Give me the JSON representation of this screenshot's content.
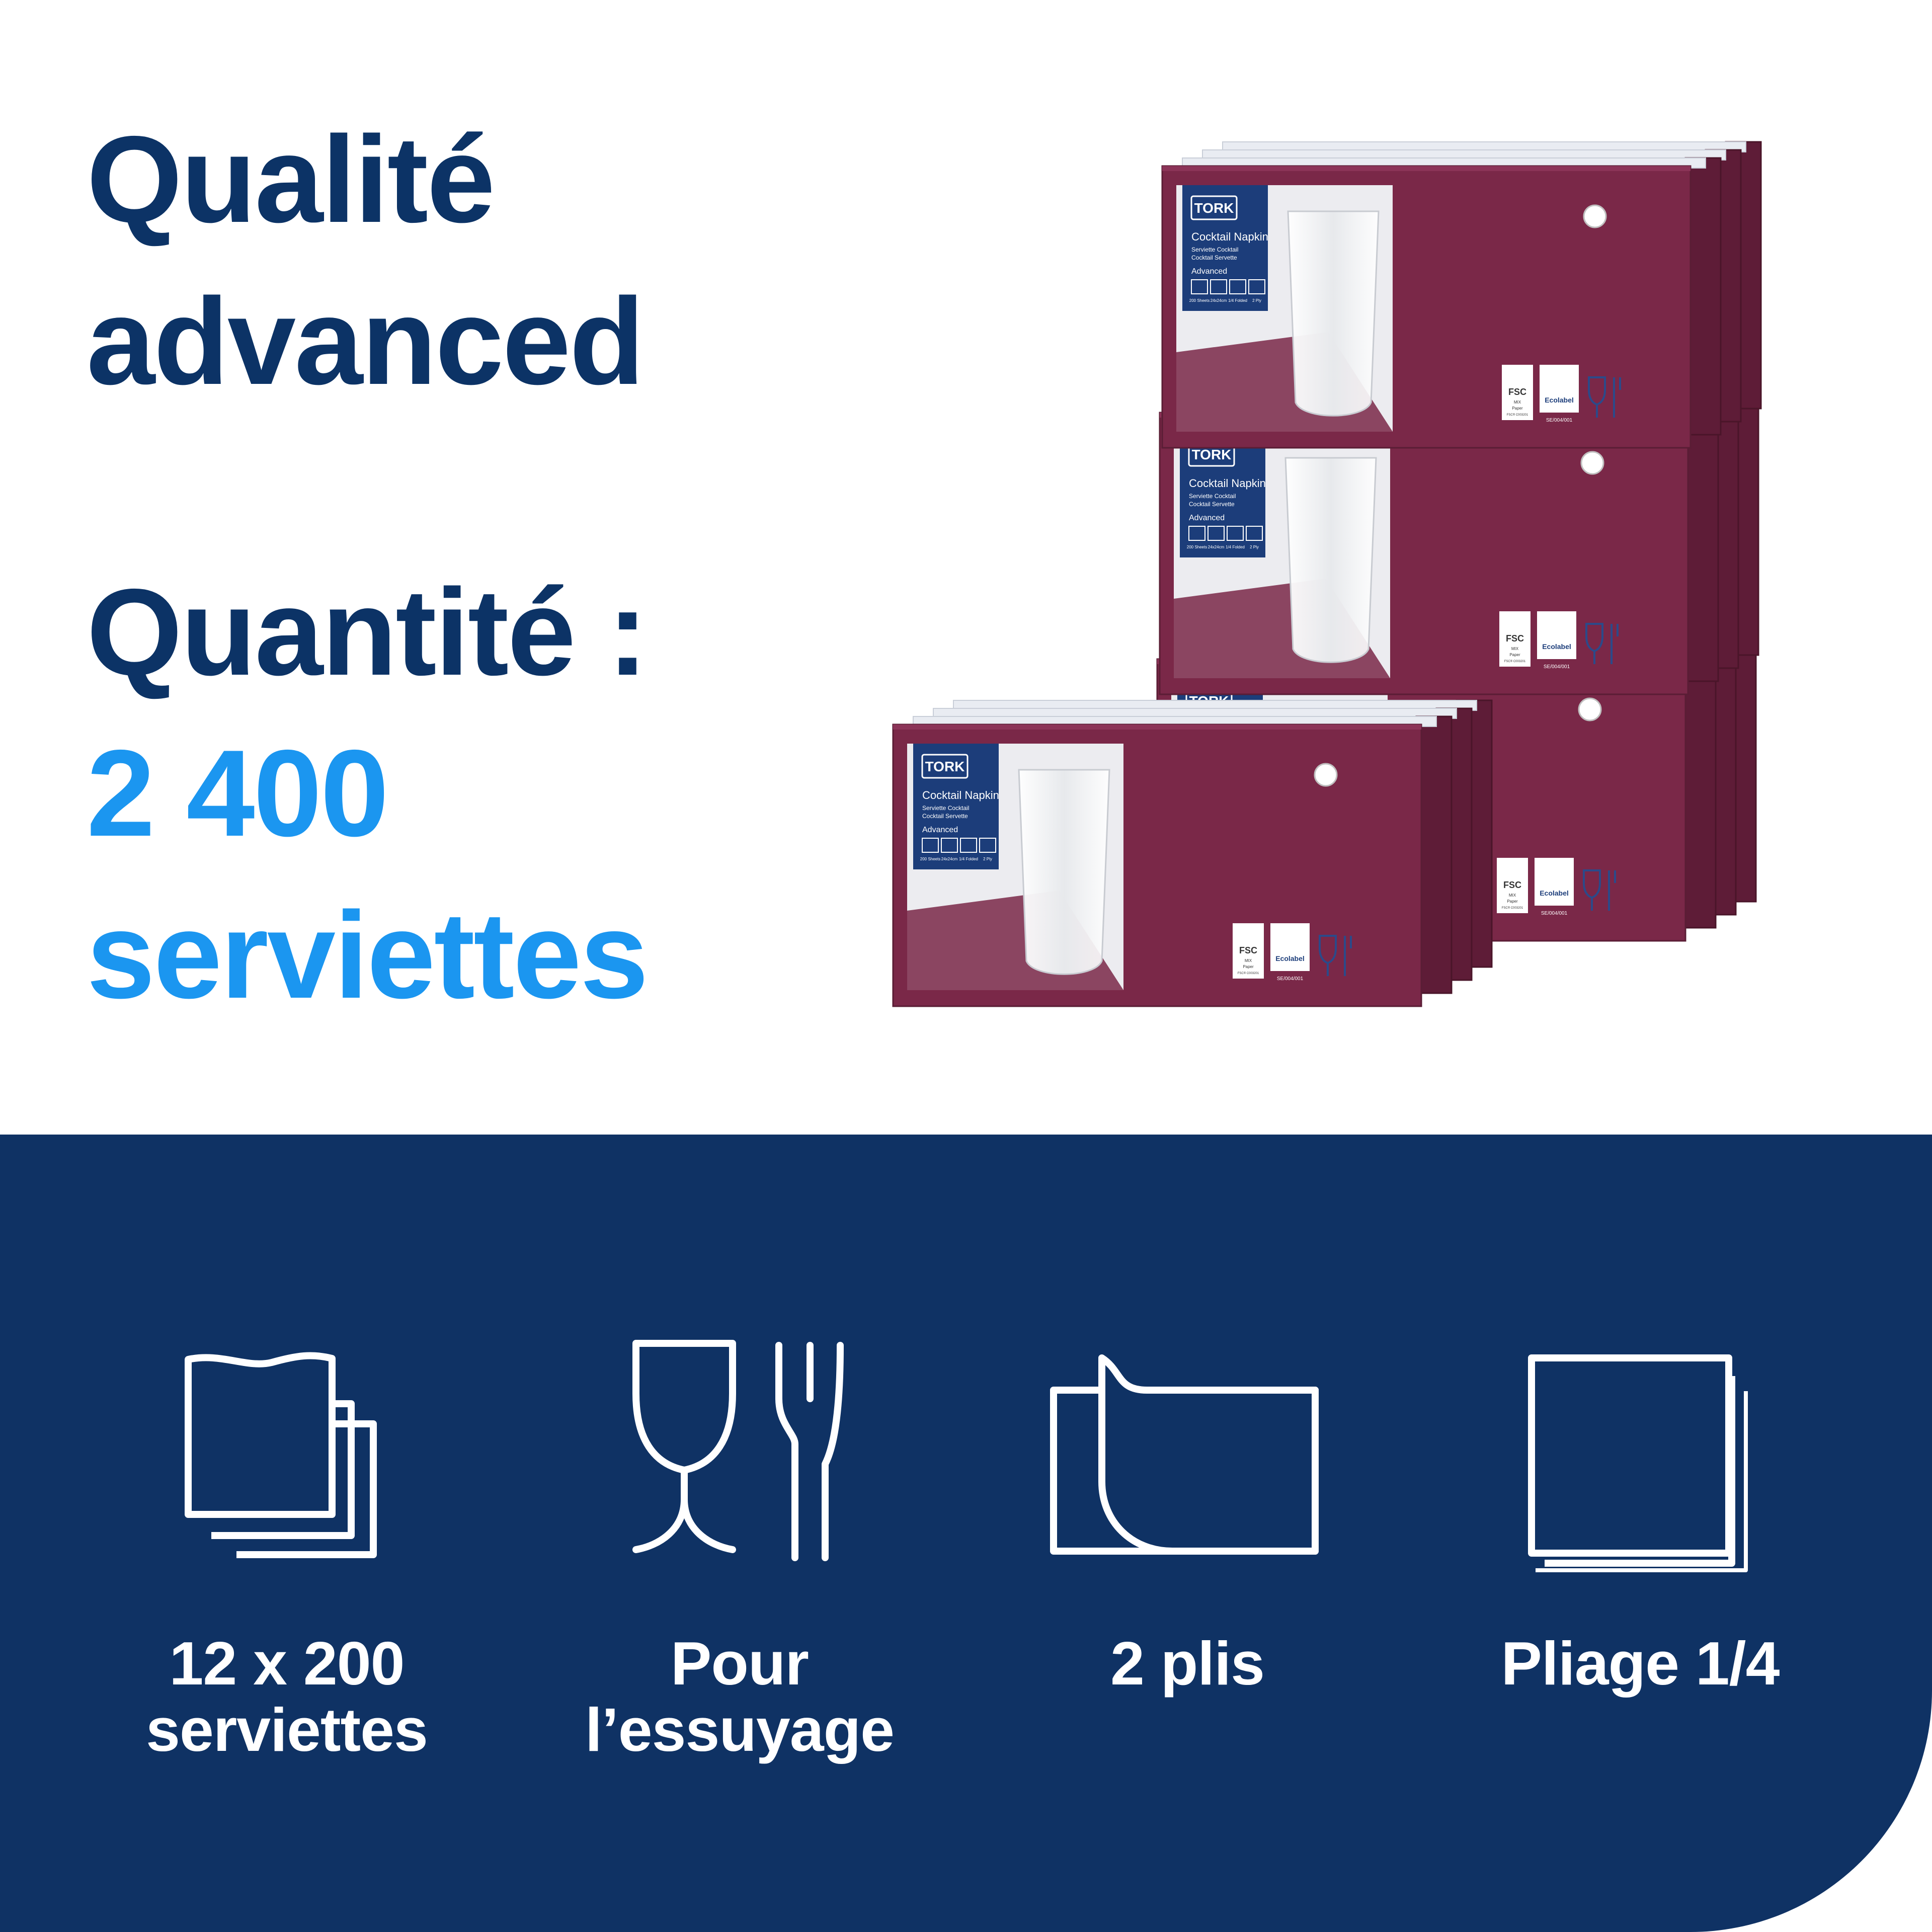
{
  "headline": {
    "quality_line1": "Qualité",
    "quality_line2": "advanced",
    "quantity_label": "Quantité :",
    "quantity_value": "2 400",
    "quantity_unit": "serviettes"
  },
  "product": {
    "brand": "TORK",
    "name": "Cocktail Napkin",
    "subname1": "Serviette Cocktail",
    "subname2": "Cocktail Servette",
    "range": "Advanced",
    "spec1": "200 Sheets",
    "spec2": "24x24cm",
    "spec3": "1/4 Folded",
    "spec4": "2 Ply",
    "fsc": "FSC",
    "fsc_mix": "MIX",
    "fsc_paper": "Paper",
    "fsc_code": "FSC® C003201",
    "ecolabel": "Ecolabel",
    "ecolabel_code": "SE/004/001",
    "pack_color": "#7a2848"
  },
  "features": [
    {
      "icon": "stacked-napkins-icon",
      "line1": "12 x 200",
      "line2": "serviettes"
    },
    {
      "icon": "glass-fork-icon",
      "line1": "Pour",
      "line2": "l’essuyage"
    },
    {
      "icon": "two-ply-icon",
      "line1": "2 plis",
      "line2": ""
    },
    {
      "icon": "quarter-fold-icon",
      "line1": "Pliage 1/4",
      "line2": ""
    }
  ],
  "colors": {
    "navy": "#0c3366",
    "accent_blue": "#1b96f0",
    "band": "#0f3264"
  }
}
